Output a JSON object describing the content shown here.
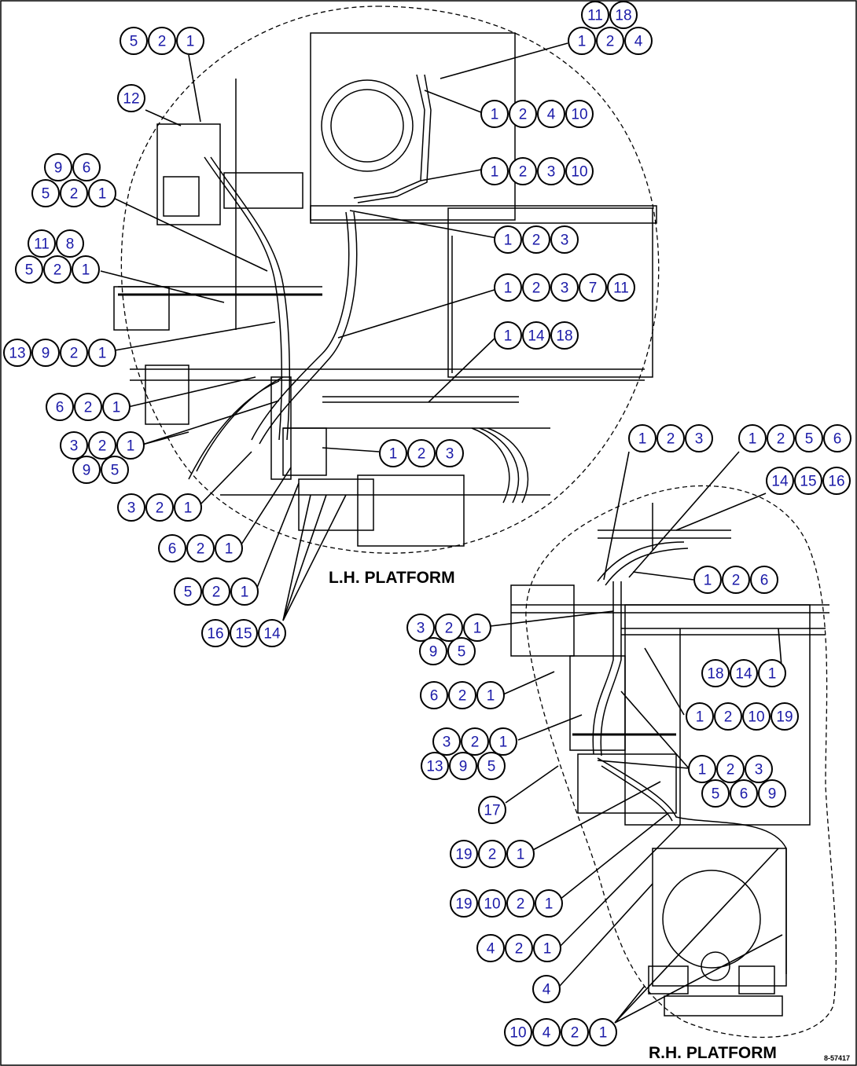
{
  "views": {
    "lh_label": "L.H. PLATFORM",
    "rh_label": "R.H. PLATFORM",
    "drawing_number": "8-57417"
  },
  "callouts": [
    {
      "id": "lh-a",
      "nums": [
        "5",
        "2",
        "1"
      ]
    },
    {
      "id": "lh-b",
      "nums": [
        "12"
      ]
    },
    {
      "id": "lh-c",
      "nums": [
        "9",
        "6"
      ]
    },
    {
      "id": "lh-d",
      "nums": [
        "5",
        "2",
        "1"
      ]
    },
    {
      "id": "lh-e",
      "nums": [
        "11",
        "8"
      ]
    },
    {
      "id": "lh-f",
      "nums": [
        "5",
        "2",
        "1"
      ]
    },
    {
      "id": "lh-g",
      "nums": [
        "13",
        "9",
        "2",
        "1"
      ]
    },
    {
      "id": "lh-h",
      "nums": [
        "6",
        "2",
        "1"
      ]
    },
    {
      "id": "lh-i",
      "nums": [
        "3",
        "2",
        "1"
      ]
    },
    {
      "id": "lh-j",
      "nums": [
        "9",
        "5"
      ]
    },
    {
      "id": "lh-k",
      "nums": [
        "3",
        "2",
        "1"
      ]
    },
    {
      "id": "lh-l",
      "nums": [
        "6",
        "2",
        "1"
      ]
    },
    {
      "id": "lh-m",
      "nums": [
        "5",
        "2",
        "1"
      ]
    },
    {
      "id": "lh-n",
      "nums": [
        "16",
        "15",
        "14"
      ]
    },
    {
      "id": "lh-o",
      "nums": [
        "11",
        "18"
      ]
    },
    {
      "id": "lh-p",
      "nums": [
        "1",
        "2",
        "4"
      ]
    },
    {
      "id": "lh-q",
      "nums": [
        "1",
        "2",
        "4",
        "10"
      ]
    },
    {
      "id": "lh-r",
      "nums": [
        "1",
        "2",
        "3",
        "10"
      ]
    },
    {
      "id": "lh-s",
      "nums": [
        "1",
        "2",
        "3"
      ]
    },
    {
      "id": "lh-t",
      "nums": [
        "1",
        "2",
        "3",
        "7",
        "11"
      ]
    },
    {
      "id": "lh-u",
      "nums": [
        "1",
        "14",
        "18"
      ]
    },
    {
      "id": "lh-v",
      "nums": [
        "1",
        "2",
        "3"
      ]
    },
    {
      "id": "rh-a",
      "nums": [
        "1",
        "2",
        "3"
      ]
    },
    {
      "id": "rh-b",
      "nums": [
        "1",
        "2",
        "5",
        "6"
      ]
    },
    {
      "id": "rh-c",
      "nums": [
        "14",
        "15",
        "16"
      ]
    },
    {
      "id": "rh-d",
      "nums": [
        "1",
        "2",
        "6"
      ]
    },
    {
      "id": "rh-e",
      "nums": [
        "3",
        "2",
        "1"
      ]
    },
    {
      "id": "rh-f",
      "nums": [
        "9",
        "5"
      ]
    },
    {
      "id": "rh-g",
      "nums": [
        "18",
        "14",
        "1"
      ]
    },
    {
      "id": "rh-h",
      "nums": [
        "6",
        "2",
        "1"
      ]
    },
    {
      "id": "rh-i",
      "nums": [
        "1",
        "2",
        "10",
        "19"
      ]
    },
    {
      "id": "rh-j",
      "nums": [
        "3",
        "2",
        "1"
      ]
    },
    {
      "id": "rh-k",
      "nums": [
        "13",
        "9",
        "5"
      ]
    },
    {
      "id": "rh-l",
      "nums": [
        "1",
        "2",
        "3"
      ]
    },
    {
      "id": "rh-m",
      "nums": [
        "5",
        "6",
        "9"
      ]
    },
    {
      "id": "rh-n",
      "nums": [
        "17"
      ]
    },
    {
      "id": "rh-o",
      "nums": [
        "19",
        "2",
        "1"
      ]
    },
    {
      "id": "rh-p",
      "nums": [
        "19",
        "10",
        "2",
        "1"
      ]
    },
    {
      "id": "rh-q",
      "nums": [
        "4",
        "2",
        "1"
      ]
    },
    {
      "id": "rh-r",
      "nums": [
        "4"
      ]
    },
    {
      "id": "rh-s",
      "nums": [
        "10",
        "4",
        "2",
        "1"
      ]
    }
  ]
}
